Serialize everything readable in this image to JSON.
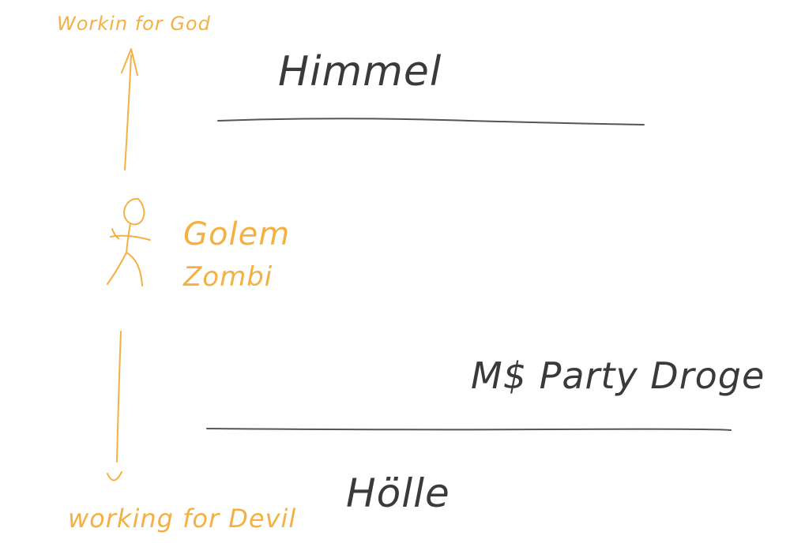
{
  "labels": {
    "heaven": "Himmel",
    "hell": "Hölle",
    "middle_top_line": "M$ Party Droge",
    "creature_1": "Golem",
    "creature_2": "Zombi",
    "up_direction": "Workin for God",
    "down_direction": "working for Devil"
  },
  "colors": {
    "dark_ink": "#3a3a3a",
    "accent_ink": "#f5b042",
    "background": "#ffffff"
  }
}
